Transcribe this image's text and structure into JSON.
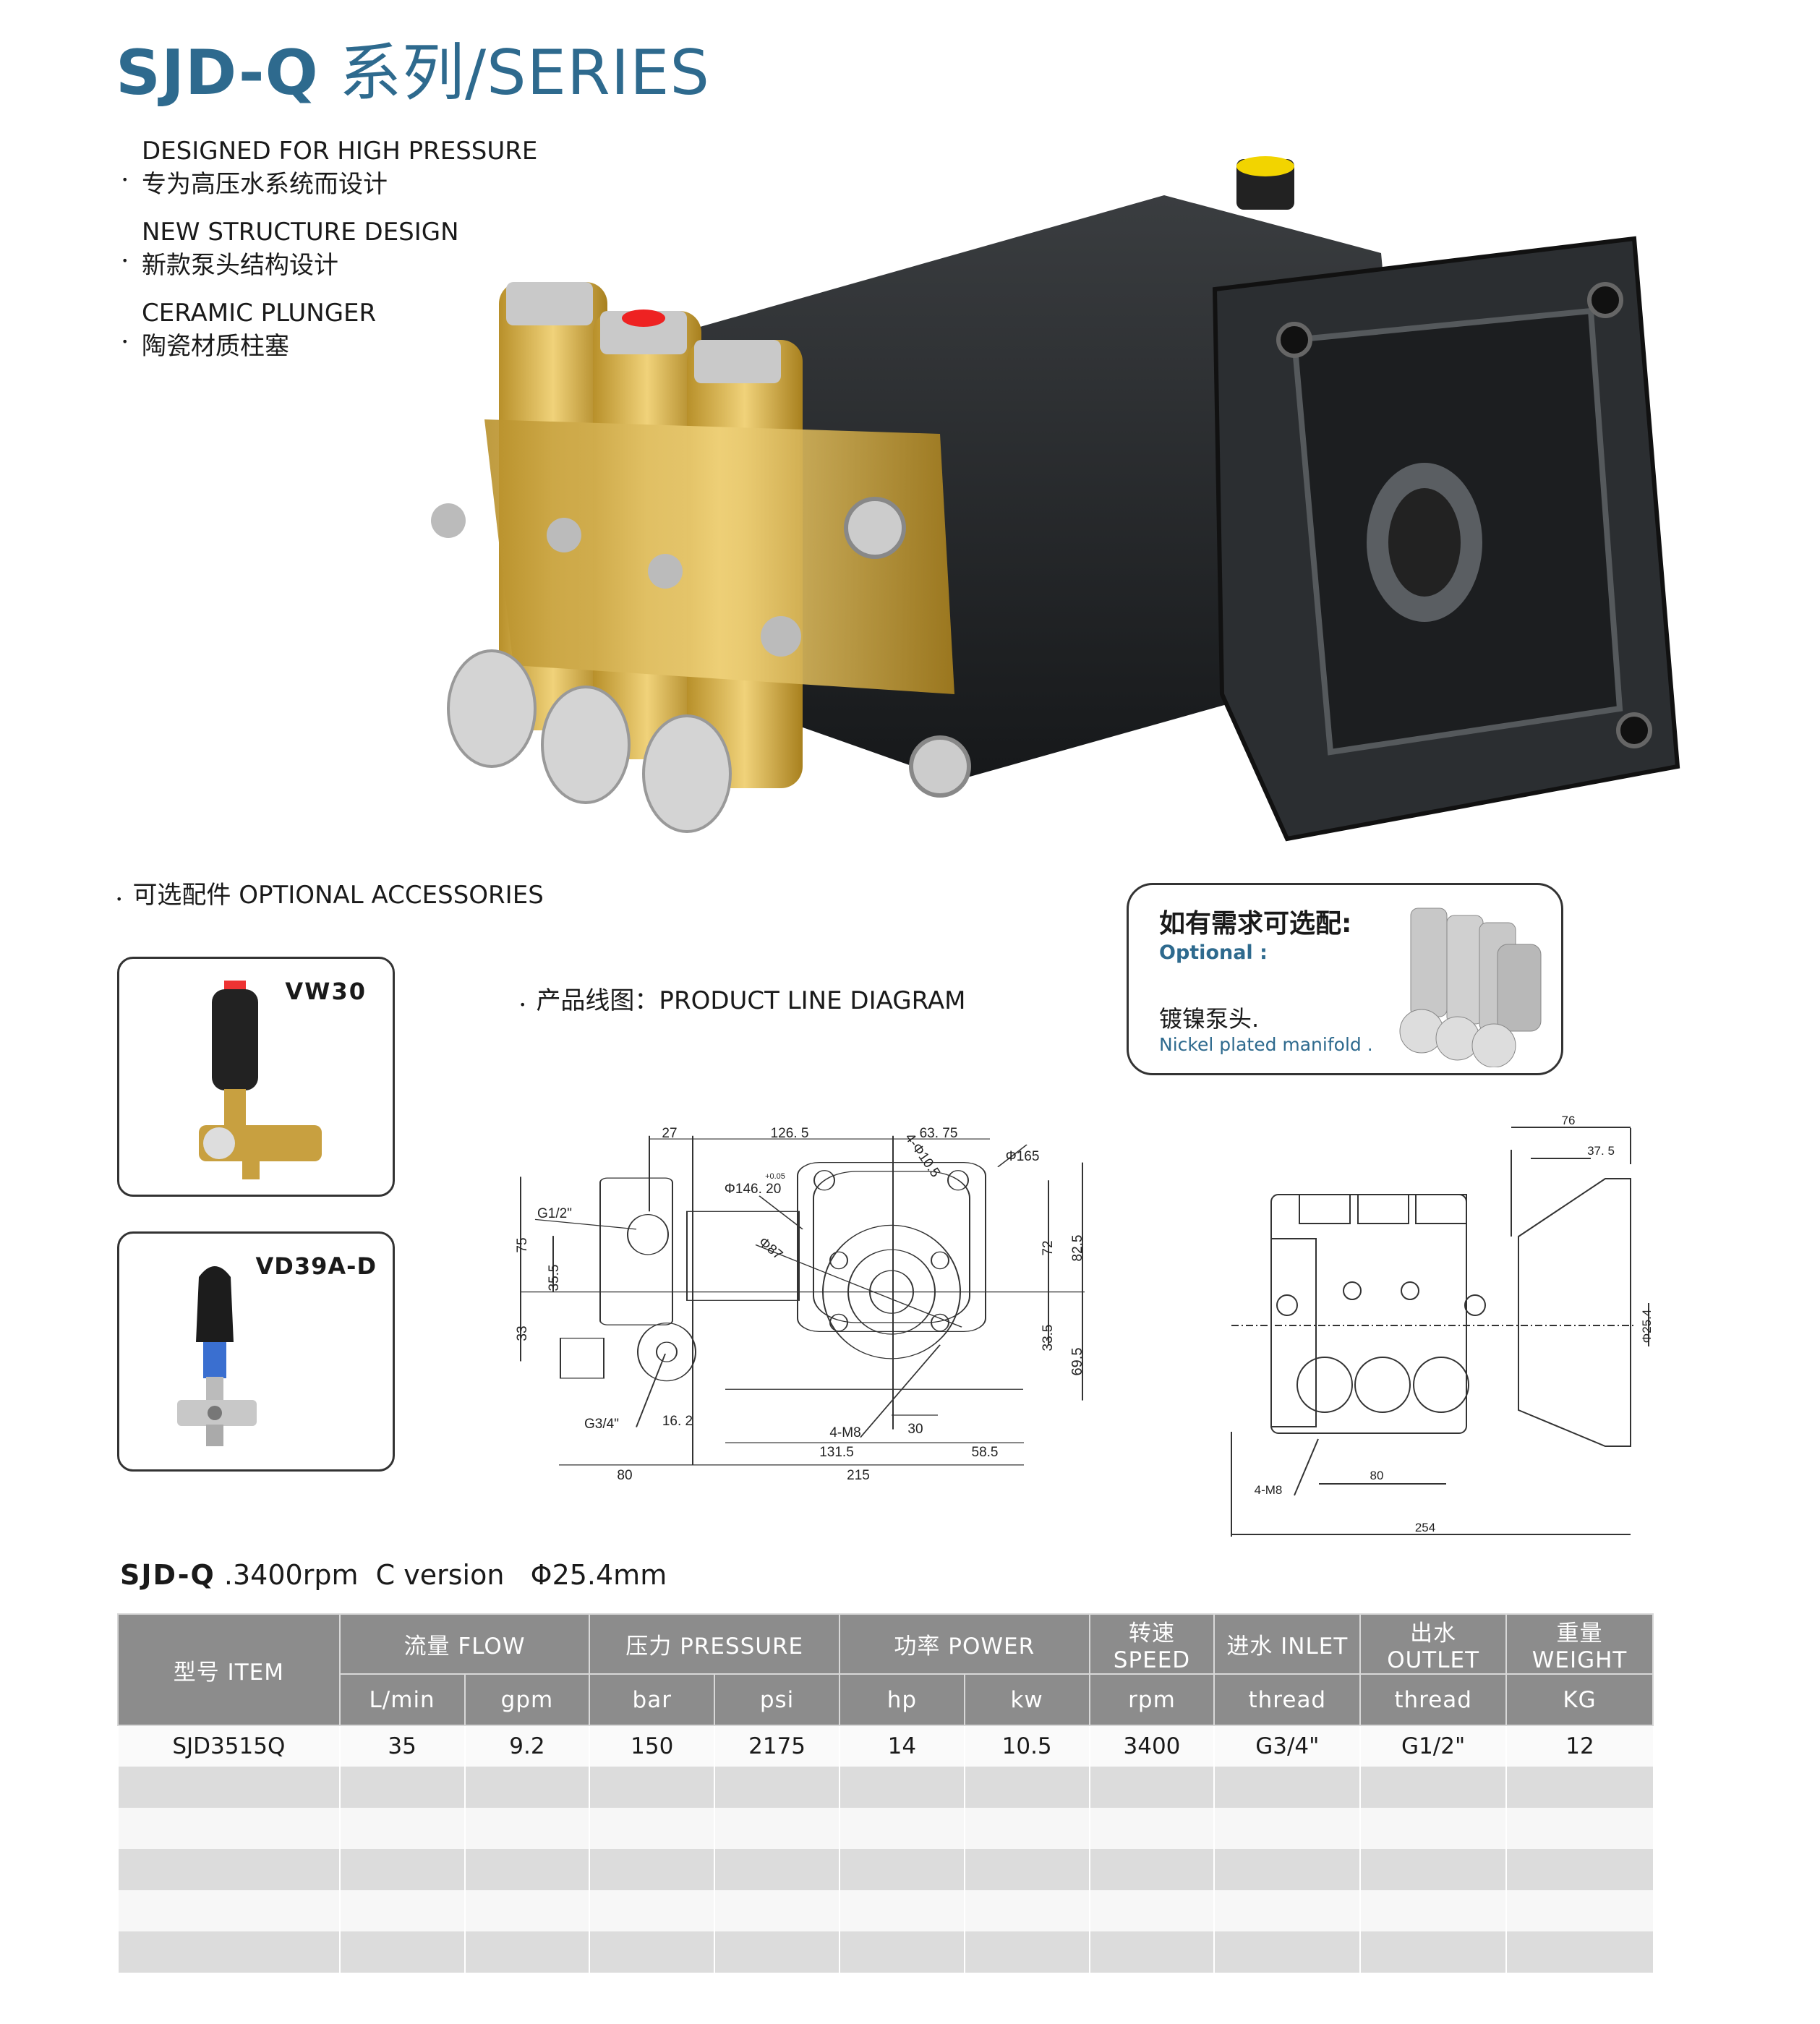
{
  "header": {
    "title_bold": "SJD-Q",
    "title_rest": "系列/SERIES"
  },
  "features": [
    {
      "en": "DESIGNED FOR HIGH PRESSURE",
      "zh": "专为高压水系统而设计"
    },
    {
      "en": "NEW STRUCTURE DESIGN",
      "zh": "新款泵头结构设计"
    },
    {
      "en": "CERAMIC PLUNGER",
      "zh": "陶瓷材质柱塞"
    }
  ],
  "bullet": "•",
  "accessories": {
    "heading": "可选配件 OPTIONAL ACCESSORIES",
    "items": [
      {
        "label": "VW30"
      },
      {
        "label": "VD39A-D"
      }
    ]
  },
  "diagram": {
    "heading": "产品线图：PRODUCT LINE DIAGRAM",
    "front": {
      "d27": "27",
      "d126": "126. 5",
      "d63": "63. 75",
      "d4phi": "4-Φ10.5",
      "d165": "Φ165",
      "d146": "Φ146. 20",
      "tol": "+0.05",
      "g12": "G1/2\"",
      "d75": "75",
      "d355": "35.5",
      "d87": "Φ87",
      "d72": "72",
      "d825": "82.5",
      "d33": "33",
      "d335": "33.5",
      "d695": "69.5",
      "g34": "G3/4\"",
      "d162": "16. 2",
      "m8": "4-M8",
      "d30": "30",
      "d1315": "131.5",
      "d585": "58.5",
      "d80": "80",
      "d215": "215"
    },
    "side": {
      "d76": "76",
      "d375": "37. 5",
      "d254a": "Φ25.4",
      "m8": "4-M8",
      "d80": "80",
      "d254": "254"
    }
  },
  "optional": {
    "title": "如有需求可选配:",
    "subtitle": "Optional :",
    "zh": "镀镍泵头.",
    "en": "Nickel plated manifold ."
  },
  "spec": {
    "model": "SJD-Q",
    "rest": " .3400rpm  C version   Φ25.4mm"
  },
  "table": {
    "item": "型号 ITEM",
    "groups": [
      "流量 FLOW",
      "压力 PRESSURE",
      "功率 POWER",
      "转速 SPEED",
      "进水 INLET",
      "出水 OUTLET",
      "重量 WEIGHT"
    ],
    "units": [
      "L/min",
      "gpm",
      "bar",
      "psi",
      "hp",
      "kw",
      "rpm",
      "thread",
      "thread",
      "KG"
    ],
    "rows": [
      [
        "SJD3515Q",
        "35",
        "9.2",
        "150",
        "2175",
        "14",
        "10.5",
        "3400",
        "G3/4\"",
        "G1/2\"",
        "12"
      ]
    ]
  },
  "colors": {
    "accent": "#2e6a8e",
    "header_bg": "#8c8c8c"
  }
}
